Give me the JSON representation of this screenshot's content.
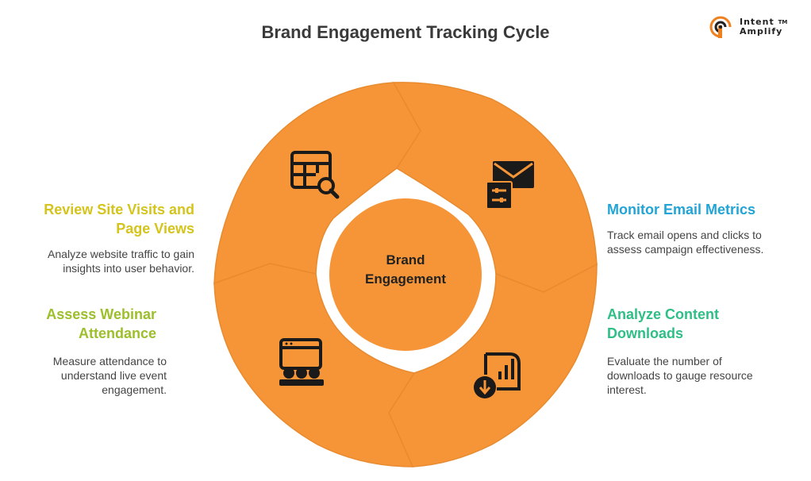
{
  "title": "Brand Engagement Tracking Cycle",
  "logo": {
    "line1": "Intent",
    "line2": "Amplify",
    "trademark": "TM"
  },
  "center": {
    "line1": "Brand",
    "line2": "Engagement"
  },
  "colors": {
    "segment_fill": "#f59538",
    "segment_stroke": "#e07e24",
    "ring": "#ffffff",
    "icon": "#1a1a1a",
    "email_heading": "#21a4d6",
    "downloads_heading": "#2fbf86",
    "site_visits_heading": "#d4c41b",
    "webinar_heading": "#9cbf2b"
  },
  "steps": [
    {
      "id": "email",
      "heading": "Monitor Email Metrics",
      "description": "Track email opens and clicks to assess campaign effectiveness.",
      "icon": "email-report-icon",
      "color": "#21a4d6"
    },
    {
      "id": "downloads",
      "heading": "Analyze Content Downloads",
      "description": "Evaluate the number of downloads to gauge resource interest.",
      "icon": "document-download-icon",
      "color": "#2fbf86"
    },
    {
      "id": "webinar",
      "heading": "Assess Webinar Attendance",
      "description": "Measure attendance to understand live event engagement.",
      "icon": "webinar-audience-icon",
      "color": "#9cbf2b"
    },
    {
      "id": "site_visits",
      "heading": "Review Site Visits and Page Views",
      "description": "Analyze website traffic to gain insights into user behavior.",
      "icon": "table-search-icon",
      "color": "#d4c41b"
    }
  ]
}
